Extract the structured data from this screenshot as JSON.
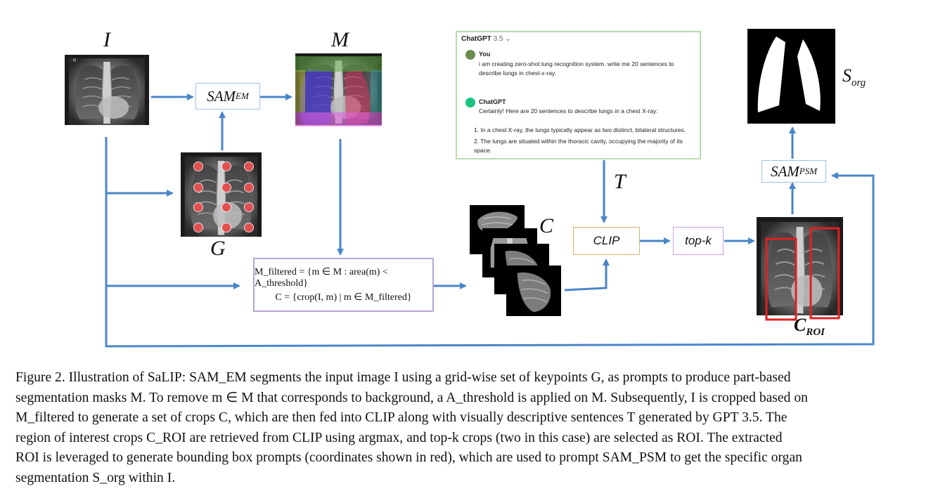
{
  "labels": {
    "input": "I",
    "masks": "M",
    "grid": "G",
    "crops": "C",
    "text": "T",
    "roi_main": "C",
    "roi_sub": "ROI",
    "sorg_main": "S",
    "sorg_sub": "org"
  },
  "boxes": {
    "sam_em_main": "SAM",
    "sam_em_sub": "EM",
    "sam_psm_main": "SAM",
    "sam_psm_sub": "PSM",
    "clip": "CLIP",
    "topk": "top-k"
  },
  "filter": {
    "line1": "M_filtered = {m ∈ M : area(m) < A_threshold}",
    "line2": "C = {crop(I, m) | m ∈ M_filtered}"
  },
  "chat": {
    "header": "ChatGPT",
    "version": "3.5 ⌄",
    "user_name": "You",
    "user_text": "i am creating zero-shot lung recognition system. write me 20 sentences to describe lungs in chest-x-ray.",
    "bot_name": "ChatGPT",
    "bot_intro": "Certainly! Here are 20 sentences to describe lungs in a chest X-ray:",
    "items": [
      "1.  In a chest X-ray, the lungs typically appear as two distinct, bilateral structures.",
      "2.  The lungs are situated within the thoracic cavity, occupying the majority of its space."
    ]
  },
  "caption": {
    "lines": [
      "Figure 2. Illustration of SaLIP: SAM_EM segments the input image I using a grid-wise set of keypoints G, as prompts to produce part-based",
      "segmentation masks M. To remove m ∈ M that corresponds to background, a A_threshold is applied on M. Subsequently, I is cropped based on",
      "M_filtered to generate a set of crops C, which are then fed into CLIP along with visually descriptive sentences T generated by GPT 3.5. The",
      "region of interest crops C_ROI are retrieved from CLIP using argmax, and top-k crops (two in this case) are selected as ROI. The extracted",
      "ROI is leveraged to generate bounding box prompts (coordinates shown in red), which are used to prompt SAM_PSM to get the specific organ",
      "segmentation S_org within I."
    ]
  },
  "colors": {
    "arrow": "#4a86c8",
    "roi_box": "#e02020",
    "keypoint": "#e05050",
    "sam_border": "#9fc3df",
    "clip_border": "#d4b26a",
    "topk_border": "#c9a3d8",
    "chat_border": "#b7dcb0"
  }
}
